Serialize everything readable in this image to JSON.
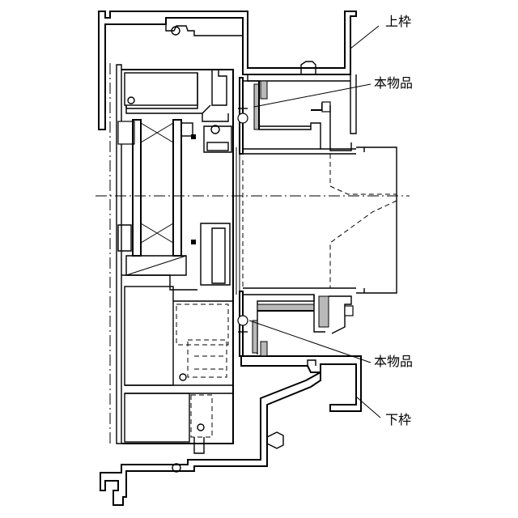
{
  "labels": {
    "upper_frame": "上枠",
    "product_top": "本物品",
    "product_bottom": "本物品",
    "lower_frame": "下枠"
  }
}
